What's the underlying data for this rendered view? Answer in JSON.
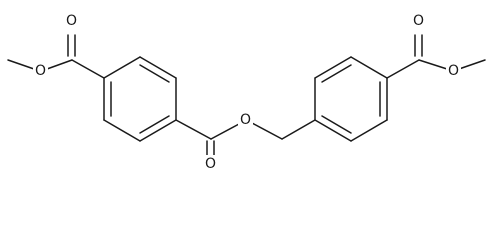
{
  "molecule": {
    "atom_labels": {
      "o_carbonyl_left_ester": "O",
      "o_ether_left_ester": "O",
      "o_carbonyl_mid_ester": "O",
      "o_ether_mid_ester": "O",
      "o_carbonyl_right_ester": "O",
      "o_ether_right_ester": "O"
    }
  },
  "colors": {
    "bond": "#1a1a1a",
    "background": "#ffffff"
  }
}
